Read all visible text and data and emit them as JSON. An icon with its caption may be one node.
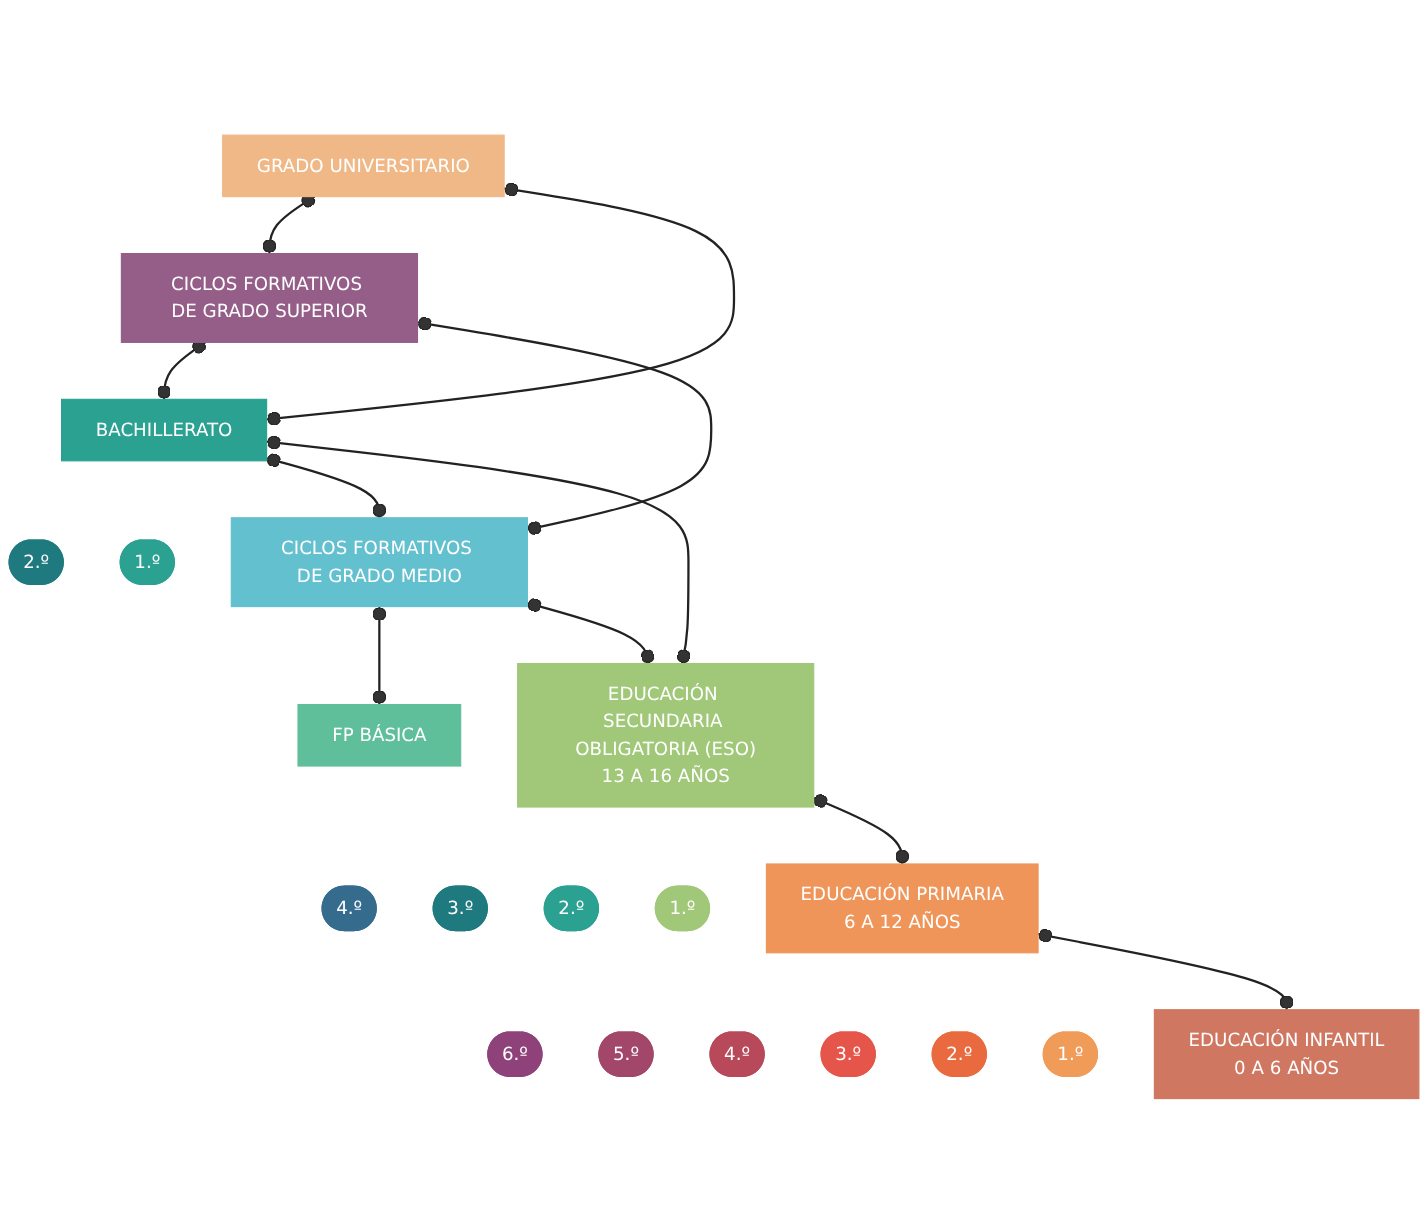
{
  "diagram": {
    "nodes": [
      {
        "text": [
          "GRADO UNIVERSITARIO"
        ]
      },
      {
        "text": [
          "CICLOS FORMATIVOS DE GRADO SUPERIOR"
        ]
      },
      {
        "text": [
          "BACHILLERATO"
        ]
      },
      {
        "text": [
          "2.º"
        ]
      },
      {
        "text": [
          "1.º"
        ]
      },
      {
        "text": [
          "CICLOS FORMATIVOS DE GRADO MEDIO"
        ]
      },
      {
        "text": [
          "FP BÁSICA"
        ]
      },
      {
        "text": [
          "EDUCACIÓN INFANTIL",
          "0 A 6 AÑOS"
        ]
      },
      {
        "text": [
          "EDUCACIÓN PRIMARIA",
          "6 A 12 AÑOS"
        ]
      },
      {
        "text": [
          "6.º"
        ]
      },
      {
        "text": [
          "5.º"
        ]
      },
      {
        "text": [
          "4.º"
        ]
      },
      {
        "text": [
          "3.º"
        ]
      },
      {
        "text": [
          "2.º"
        ]
      },
      {
        "text": [
          "1.º"
        ]
      },
      {
        "text": [
          "EDUCACIÓN SECUNDARIA OBLIGATORIA (ESO)",
          "13 A 16 AÑOS"
        ]
      },
      {
        "text": [
          "4.º"
        ]
      },
      {
        "text": [
          "3.º"
        ]
      },
      {
        "text": [
          "2.º"
        ]
      },
      {
        "text": [
          "1.º"
        ]
      }
    ],
    "edges": [
      {
        "from": 0,
        "to": 1,
        "arrow": "other"
      },
      {
        "from": 0,
        "to": 2,
        "arrow": "other"
      },
      {
        "from": 1,
        "to": 2,
        "arrow": "other"
      },
      {
        "from": 1,
        "to": 5,
        "arrow": "other"
      },
      {
        "from": 2,
        "to": 5,
        "arrow": "other"
      },
      {
        "from": 5,
        "to": 6,
        "arrow": "other"
      },
      {
        "from": 2,
        "to": 15,
        "arrow": "other"
      },
      {
        "from": 5,
        "to": 15,
        "arrow": "other"
      },
      {
        "from": 8,
        "to": 7,
        "arrow": "other"
      },
      {
        "from": 15,
        "to": 8,
        "arrow": "other"
      }
    ]
  }
}
